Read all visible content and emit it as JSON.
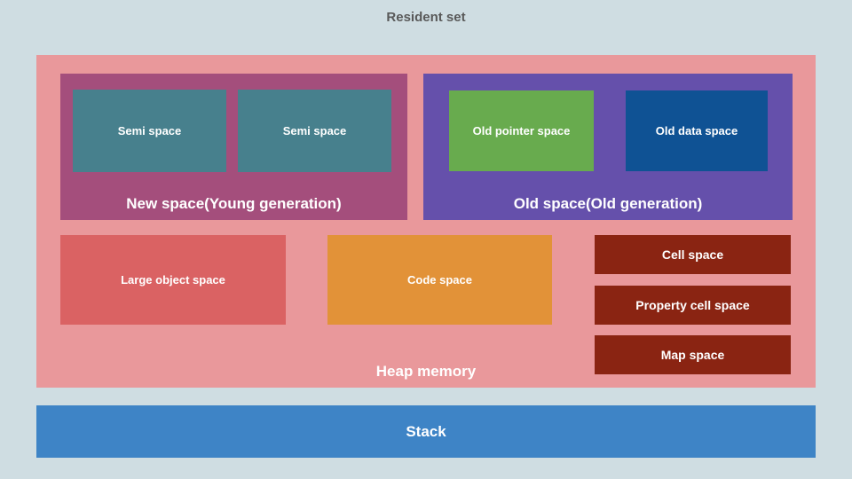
{
  "title": "Resident set",
  "heap": {
    "label": "Heap memory",
    "new_space": {
      "label": "New space(Young generation)",
      "children": [
        "Semi space",
        "Semi space"
      ]
    },
    "old_space": {
      "label": "Old space(Old generation)",
      "children": [
        "Old pointer space",
        "Old data space"
      ]
    },
    "large_object_space": "Large object space",
    "code_space": "Code space",
    "cell_space": "Cell space",
    "property_cell_space": "Property cell space",
    "map_space": "Map space"
  },
  "stack": {
    "label": "Stack"
  },
  "colors": {
    "background": "#cfdde2",
    "title_text": "#595959",
    "heap": "#e9989b",
    "new_space": "#a44e7c",
    "semi_space": "#47808d",
    "old_space": "#6550ab",
    "old_pointer_space": "#68ab4e",
    "old_data_space": "#0f5294",
    "large_object_space": "#da6263",
    "code_space": "#e29238",
    "cell_spaces": "#8a2412",
    "stack": "#3e84c6",
    "label_text": "#ffffff"
  }
}
